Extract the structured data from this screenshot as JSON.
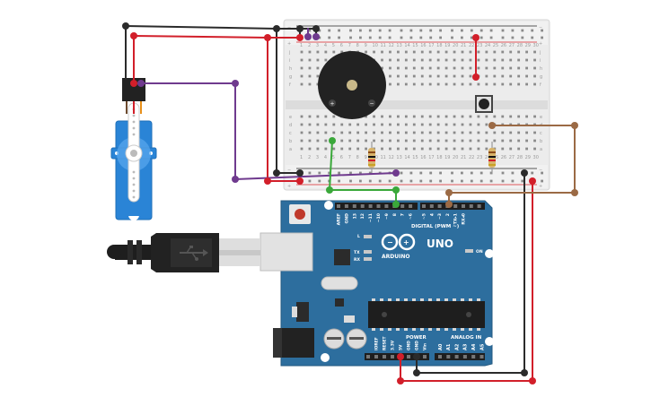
{
  "colors": {
    "canvas": "#ffffff",
    "breadboard": "#ececec",
    "breadboard_mid": "#dcdcdc",
    "rail_red": "#d9222a",
    "rail_black": "#222222",
    "arduino_blue": "#2d6e9e",
    "arduino_dark": "#1f4f74",
    "wire_black": "#2b2b2b",
    "wire_red": "#d21f2a",
    "wire_purple": "#6f3a8e",
    "wire_green": "#3aa83a",
    "wire_brown": "#9b6a45",
    "servo_blue": "#2a84d6"
  },
  "breadboard": {
    "rail_plus": "+",
    "rail_minus": "−",
    "row_letters_top": [
      "j",
      "i",
      "h",
      "g",
      "f"
    ],
    "row_letters_bottom": [
      "e",
      "d",
      "c",
      "b",
      "a"
    ],
    "column_numbers": [
      "1",
      "2",
      "3",
      "4",
      "5",
      "6",
      "7",
      "8",
      "9",
      "10",
      "11",
      "12",
      "13",
      "14",
      "15",
      "16",
      "17",
      "18",
      "19",
      "20",
      "21",
      "22",
      "23",
      "24",
      "25",
      "26",
      "27",
      "28",
      "29",
      "30"
    ]
  },
  "buzzer": {
    "plus_label": "+",
    "minus_label": "−"
  },
  "arduino": {
    "logo_text": "ARDUINO",
    "model": "UNO",
    "digital_header": "DIGITAL (PWM ~)",
    "power_header": "POWER",
    "analog_header": "ANALOG IN",
    "led_l": "L",
    "led_tx": "TX",
    "led_rx": "RX",
    "led_on": "ON",
    "logo_symbols": [
      "−",
      "+"
    ],
    "digital_pins": [
      "AREF",
      "GND",
      "13",
      "12",
      "~11",
      "~10",
      "~9",
      "8",
      "7",
      "~6",
      "~5",
      "4",
      "~3",
      "2",
      "TX▸1",
      "RX◂0"
    ],
    "power_pins": [
      "IOREF",
      "RESET",
      "3.3V",
      "5V",
      "GND",
      "GND",
      "Vin"
    ],
    "analog_pins": [
      "A0",
      "A1",
      "A2",
      "A3",
      "A4",
      "A5"
    ]
  },
  "components": {
    "servo": "servo",
    "usb_cable": "usb-cable",
    "resistor_1": "resistor",
    "resistor_2": "resistor",
    "pushbutton": "pushbutton"
  }
}
